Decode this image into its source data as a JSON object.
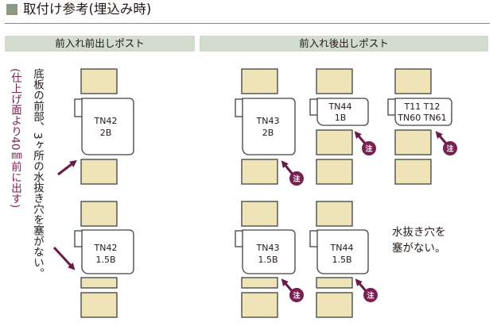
{
  "title": "取付け参考(埋込み時)",
  "sections": [
    {
      "label": "前入れ前出しポスト"
    },
    {
      "label": "前入れ後出しポスト"
    }
  ],
  "side_caption": "底板の前部、3ヶ所の水抜き穴を塞がない。",
  "side_caption_note": "(仕上げ面より40㎜前に出す)",
  "note_lines": [
    "水抜き穴を",
    "塞がない。"
  ],
  "badge_text": "注",
  "models": [
    {
      "line1": "TN42",
      "line2": "2B"
    },
    {
      "line1": "TN43",
      "line2": "2B"
    },
    {
      "line1": "TN44",
      "line2": "1B"
    },
    {
      "line1": "T11 T12",
      "line2": "TN60 TN61"
    },
    {
      "line1": "TN42",
      "line2": "1.5B"
    },
    {
      "line1": "TN43",
      "line2": "1.5B"
    },
    {
      "line1": "TN44",
      "line2": "1.5B"
    }
  ],
  "colors": {
    "accent": "#7a1f52",
    "block_fill": "#eee4b8",
    "section_bar": "#d2dccd",
    "title_square": "#8c9a84"
  }
}
